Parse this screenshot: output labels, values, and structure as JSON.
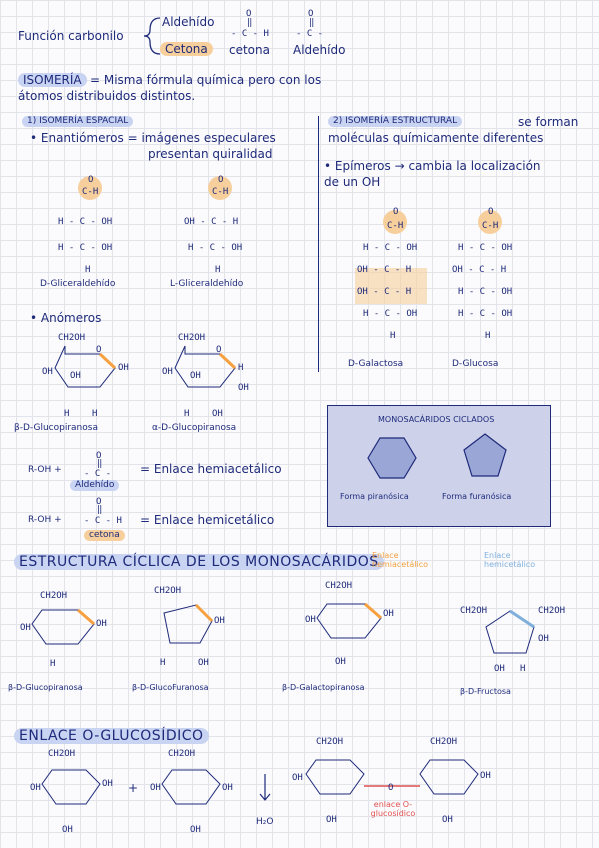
{
  "header": {
    "funcion": "Función carbonilo",
    "aldehido": "Aldehído",
    "cetona": "Cetona",
    "struct_cetona": "cetona",
    "struct_aldehido": "Aldehído"
  },
  "isomeria": {
    "title": "ISOMERÍA",
    "def1": "= Misma fórmula química pero con los",
    "def2": "átomos distribuidos distintos."
  },
  "espacial": {
    "title": "1) ISOMERÍA ESPACIAL",
    "enant1": "• Enantiómeros = imágenes especulares",
    "enant2": "presentan quiralidad",
    "d_name": "D-Gliceraldehído",
    "l_name": "L-Gliceraldehído",
    "anomeros": "• Anómeros",
    "beta": "β-D-Glucopiranosa",
    "alfa": "α-D-Glucopiranosa"
  },
  "estructural": {
    "title": "2) ISOMERÍA ESTRUCTURAL",
    "t2": "se forman",
    "t3": "moléculas químicamente diferentes",
    "epi1": "• Epímeros → cambia la localización",
    "epi2": "de un OH",
    "galactosa": "D-Galactosa",
    "glucosa": "D-Glucosa"
  },
  "enlaces": {
    "roh": "R-OH +",
    "hemiacetalico_label": "= Enlace hemiacetálico",
    "aldehido": "Aldehído",
    "hemicetalico_label": "= Enlace hemicetálico",
    "cetona": "cetona"
  },
  "box": {
    "title": "MONOSACÁRIDOS CICLADOS",
    "piranosica": "Forma piranósica",
    "furanosica": "Forma furanósica"
  },
  "ciclica": {
    "title": "ESTRUCTURA CÍCLICA DE LOS MONOSACÁRIDOS",
    "hemiacetal": "Enlace hemiacetálico",
    "hemicetal": "Enlace hemicetálico",
    "n1": "β-D-Glucopiranosa",
    "n2": "β-D-GlucoFuranosa",
    "n3": "β-D-Galactopiranosa",
    "n4": "β-D-Fructosa"
  },
  "glucosidico": {
    "title": "ENLACE O-GLUCOSÍDICO",
    "h2o": "H₂O",
    "label": "enlace O-glucosídico"
  }
}
